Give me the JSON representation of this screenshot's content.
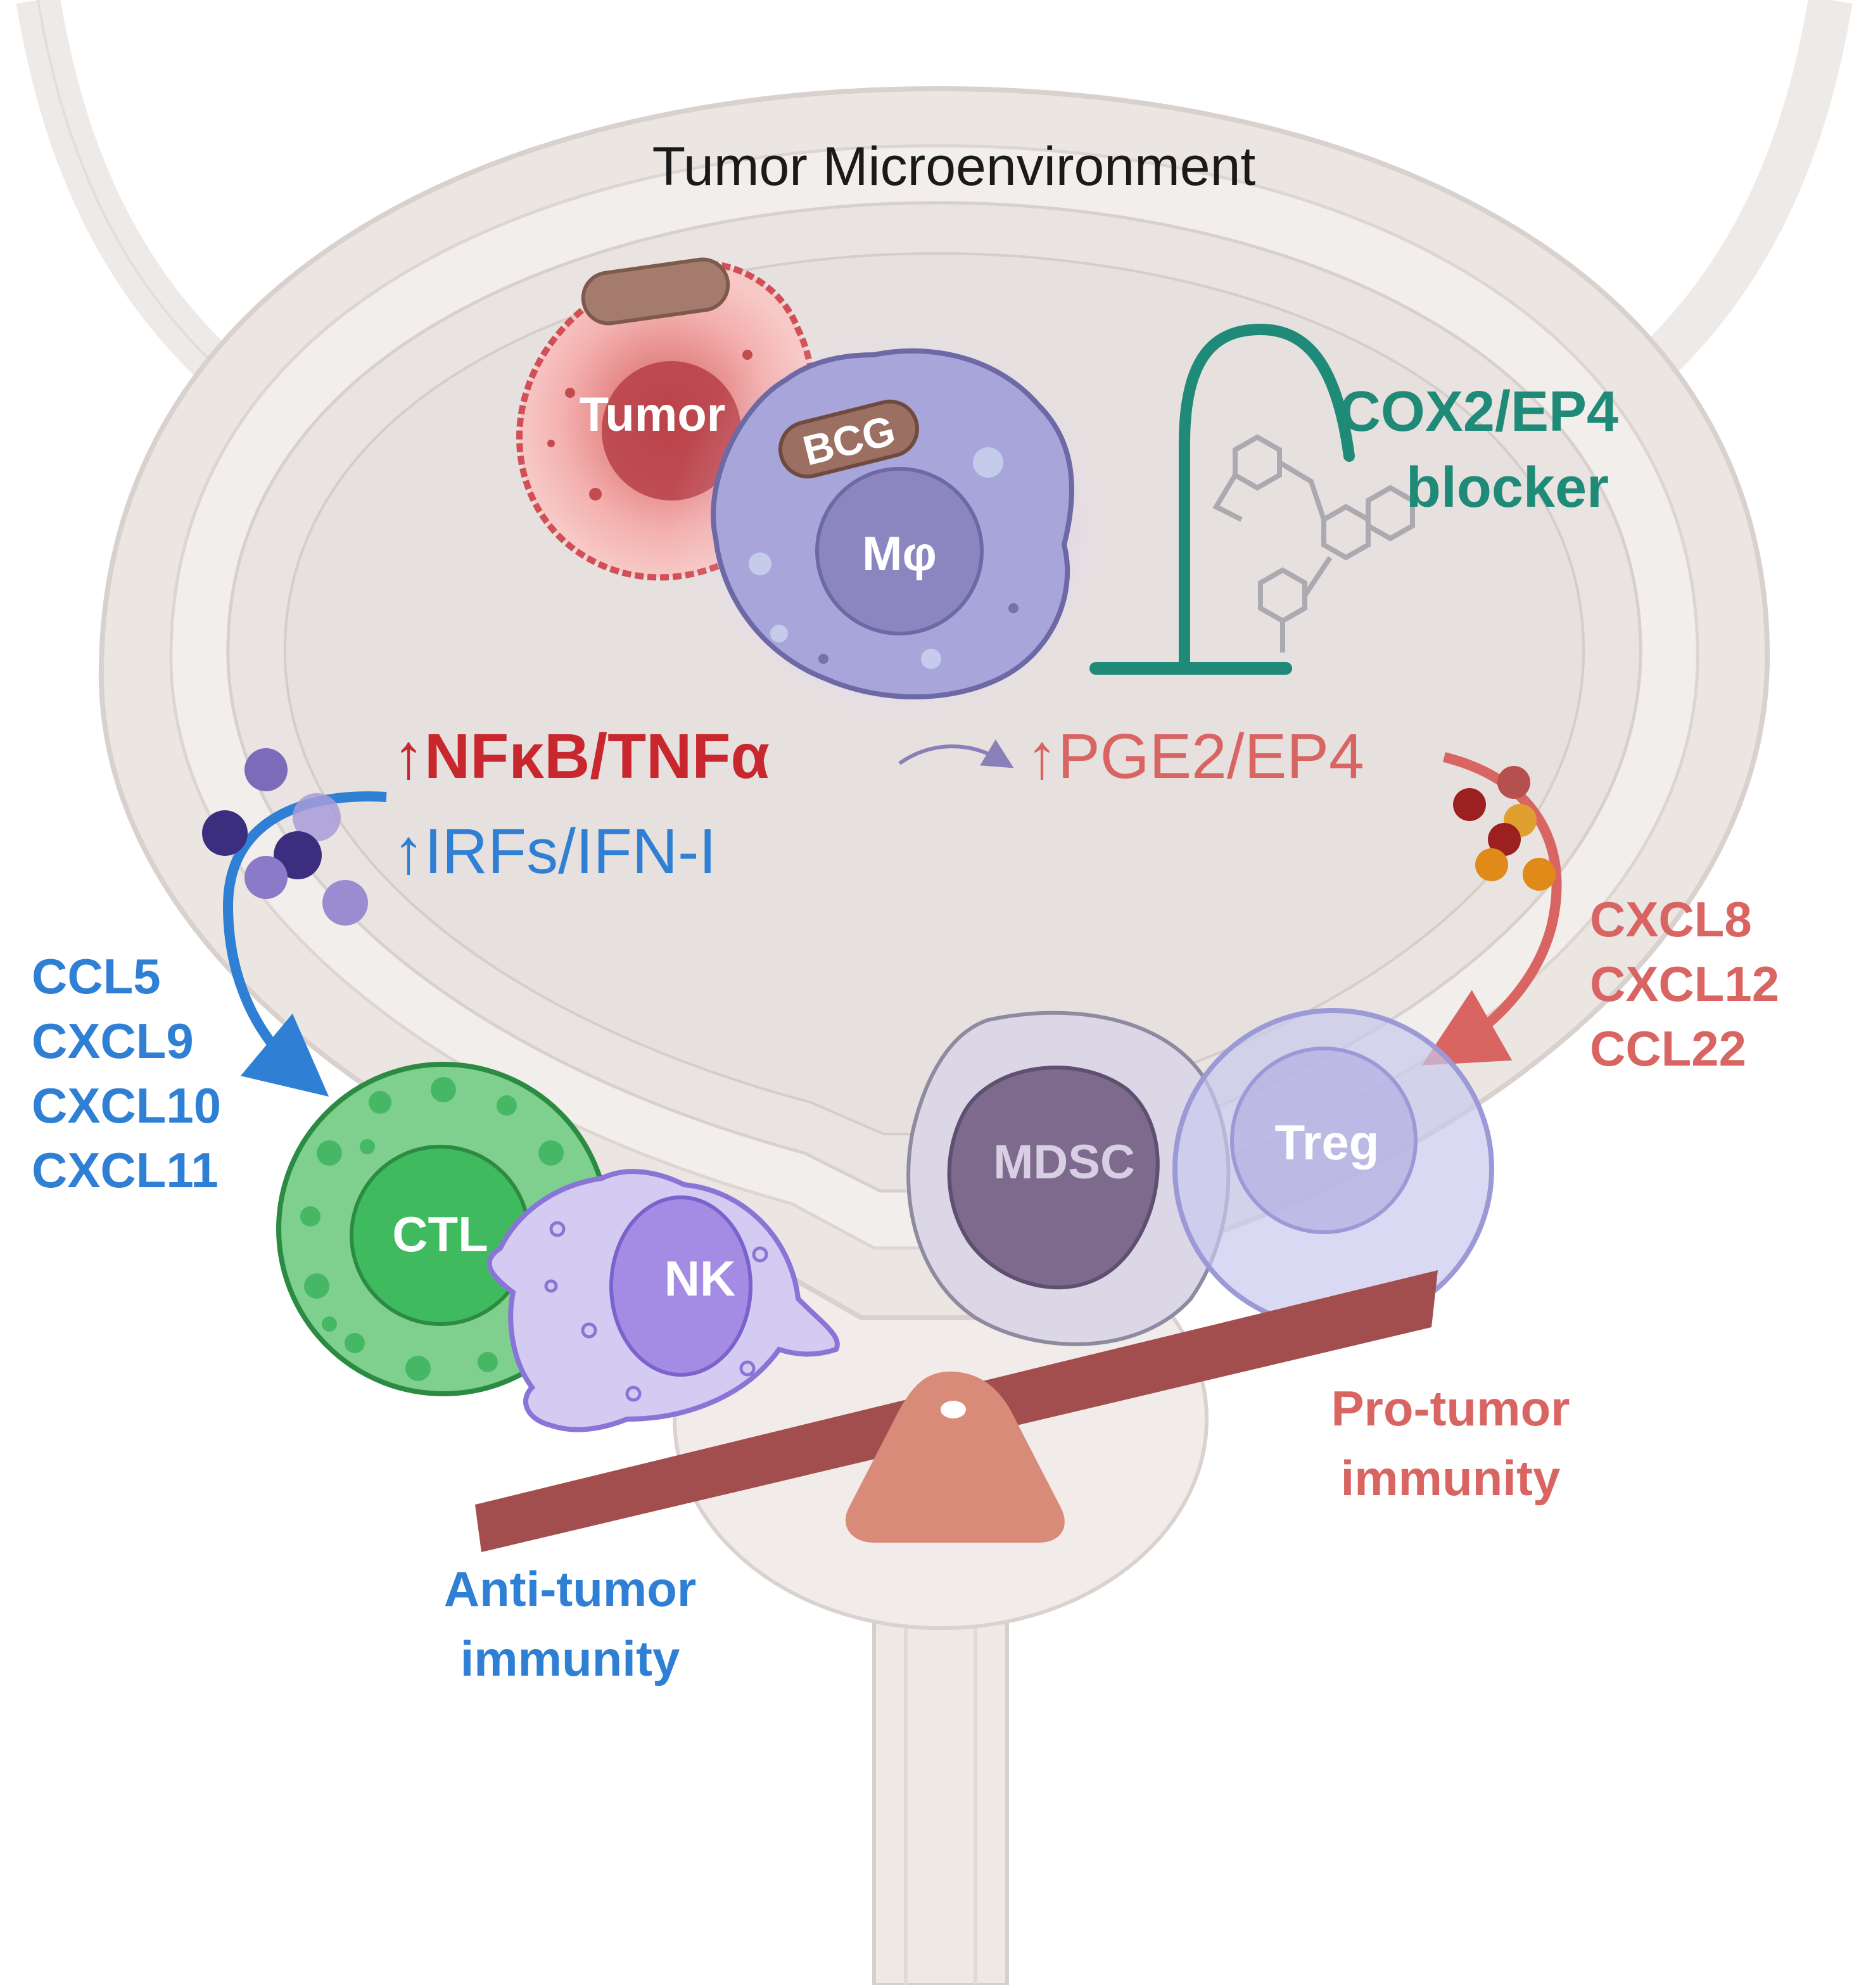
{
  "title": "Tumor Microenvironment",
  "cells": {
    "tumor": "Tumor",
    "bcg": "BCG",
    "macrophage": "Mφ",
    "ctl": "CTL",
    "nk": "NK",
    "mdsc": "MDSC",
    "treg": "Treg"
  },
  "blocker": {
    "line1": "COX2/EP4",
    "line2": "blocker"
  },
  "pathways": {
    "nfkb": "↑NFκB/TNFα",
    "irfs": "↑IRFs/IFN-I",
    "pge2": "↑PGE2/EP4"
  },
  "chemokines_anti": [
    "CCL5",
    "CXCL9",
    "CXCL10",
    "CXCL11"
  ],
  "chemokines_pro": [
    "CXCL8",
    "CXCL12",
    "CCL22"
  ],
  "balance": {
    "anti_line1": "Anti-tumor",
    "anti_line2": "immunity",
    "pro_line1": "Pro-tumor",
    "pro_line2": "immunity"
  },
  "colors": {
    "blue": "#2f7fd4",
    "red": "#c8272e",
    "salmon": "#d96563",
    "teal": "#1f8a78",
    "beam": "#a24e4f",
    "fulcrum": "#d98b7a"
  }
}
